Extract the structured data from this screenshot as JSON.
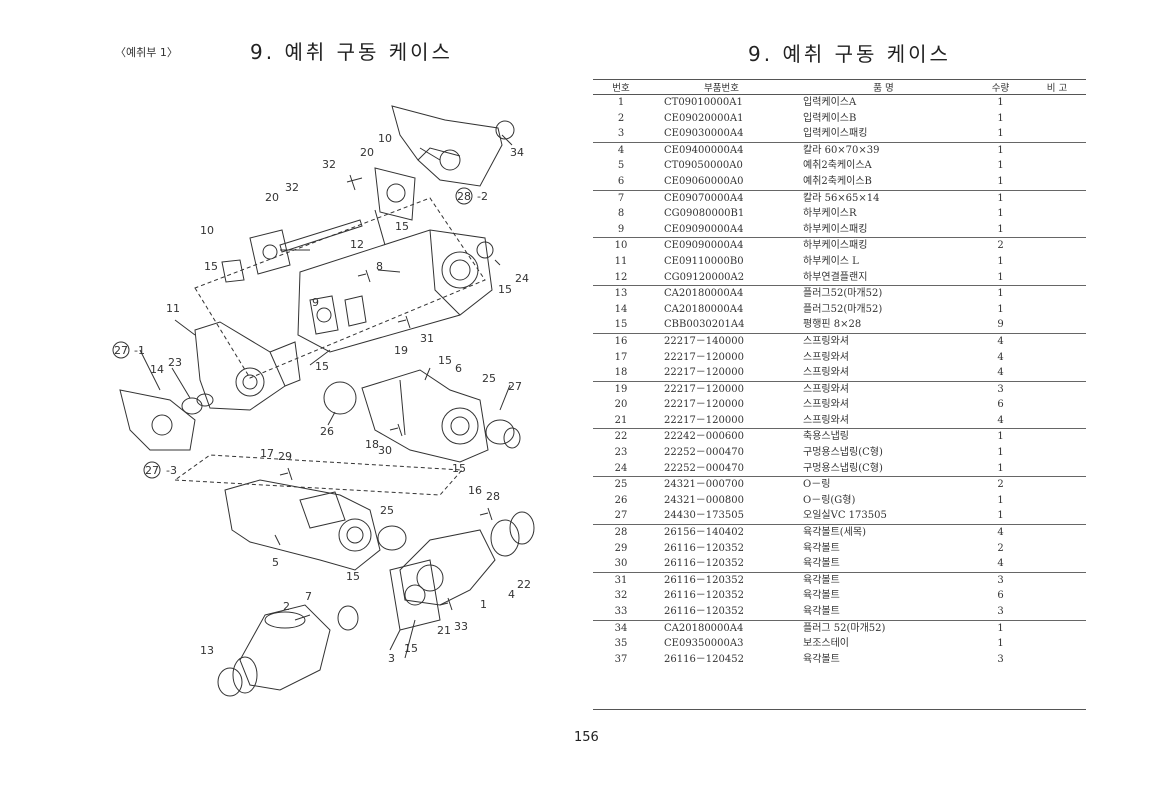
{
  "header": {
    "section_tag": "〈예취부 1〉",
    "title_left": "9. 예취 구동 케이스",
    "title_right": "9. 예취 구동 케이스"
  },
  "table": {
    "headers": [
      "번호",
      "부품번호",
      "품 명",
      "수량",
      "비 고"
    ],
    "group_starts": [
      "1",
      "4",
      "7",
      "10",
      "13",
      "16",
      "19",
      "22",
      "25",
      "28",
      "31",
      "34"
    ],
    "rows": [
      {
        "no": "1",
        "part": "CT09010000A1",
        "name": "입력케이스A",
        "qty": "1"
      },
      {
        "no": "2",
        "part": "CE09020000A1",
        "name": "입력케이스B",
        "qty": "1"
      },
      {
        "no": "3",
        "part": "CE09030000A4",
        "name": "입력케이스패킹",
        "qty": "1"
      },
      {
        "no": "4",
        "part": "CE09400000A4",
        "name": "칼라 60×70×39",
        "qty": "1"
      },
      {
        "no": "5",
        "part": "CT09050000A0",
        "name": "예취2축케이스A",
        "qty": "1"
      },
      {
        "no": "6",
        "part": "CE09060000A0",
        "name": "예취2축케이스B",
        "qty": "1"
      },
      {
        "no": "7",
        "part": "CE09070000A4",
        "name": "칼라 56×65×14",
        "qty": "1"
      },
      {
        "no": "8",
        "part": "CG09080000B1",
        "name": "하부케이스R",
        "qty": "1"
      },
      {
        "no": "9",
        "part": "CE09090000A4",
        "name": "하부케이스패킹",
        "qty": "1"
      },
      {
        "no": "10",
        "part": "CE09090000A4",
        "name": "하부케이스패킹",
        "qty": "2"
      },
      {
        "no": "11",
        "part": "CE09110000B0",
        "name": "하부케이스 L",
        "qty": "1"
      },
      {
        "no": "12",
        "part": "CG09120000A2",
        "name": "하부연결플랜지",
        "qty": "1"
      },
      {
        "no": "13",
        "part": "CA20180000A4",
        "name": "플러그52(마개52)",
        "qty": "1"
      },
      {
        "no": "14",
        "part": "CA20180000A4",
        "name": "플러그52(마개52)",
        "qty": "1"
      },
      {
        "no": "15",
        "part": "CBB0030201A4",
        "name": "평행핀 8×28",
        "qty": "9"
      },
      {
        "no": "16",
        "part": "22217－140000",
        "name": "스프링와셔",
        "qty": "4"
      },
      {
        "no": "17",
        "part": "22217－120000",
        "name": "스프링와셔",
        "qty": "4"
      },
      {
        "no": "18",
        "part": "22217－120000",
        "name": "스프링와셔",
        "qty": "4"
      },
      {
        "no": "19",
        "part": "22217－120000",
        "name": "스프링와셔",
        "qty": "3"
      },
      {
        "no": "20",
        "part": "22217－120000",
        "name": "스프링와셔",
        "qty": "6"
      },
      {
        "no": "21",
        "part": "22217－120000",
        "name": "스프링와셔",
        "qty": "4"
      },
      {
        "no": "22",
        "part": "22242－000600",
        "name": "축용스냅링",
        "qty": "1"
      },
      {
        "no": "23",
        "part": "22252－000470",
        "name": "구멍용스냅링(C형)",
        "qty": "1"
      },
      {
        "no": "24",
        "part": "22252－000470",
        "name": "구멍용스냅링(C형)",
        "qty": "1"
      },
      {
        "no": "25",
        "part": "24321－000700",
        "name": "O－링",
        "qty": "2"
      },
      {
        "no": "26",
        "part": "24321－000800",
        "name": "O－링(G형)",
        "qty": "1"
      },
      {
        "no": "27",
        "part": "24430－173505",
        "name": "오일실VC 173505",
        "qty": "1"
      },
      {
        "no": "28",
        "part": "26156－140402",
        "name": "육각볼트(세목)",
        "qty": "4"
      },
      {
        "no": "29",
        "part": "26116－120352",
        "name": "육각볼트",
        "qty": "2"
      },
      {
        "no": "30",
        "part": "26116－120352",
        "name": "육각볼트",
        "qty": "4"
      },
      {
        "no": "31",
        "part": "26116－120352",
        "name": "육각볼트",
        "qty": "3"
      },
      {
        "no": "32",
        "part": "26116－120352",
        "name": "육각볼트",
        "qty": "6"
      },
      {
        "no": "33",
        "part": "26116－120352",
        "name": "육각볼트",
        "qty": "3"
      },
      {
        "no": "34",
        "part": "CA20180000A4",
        "name": "플러그 52(마개52)",
        "qty": "1"
      },
      {
        "no": "35",
        "part": "CE09350000A3",
        "name": "보조스테이",
        "qty": "1"
      },
      {
        "no": "37",
        "part": "26116－120452",
        "name": "육각볼트",
        "qty": "3"
      }
    ]
  },
  "diagram": {
    "labels": [
      "10",
      "20",
      "32",
      "34",
      "28",
      "-2",
      "20",
      "32",
      "12",
      "15",
      "10",
      "15",
      "8",
      "24",
      "15",
      "11",
      "9",
      "31",
      "27",
      "-1",
      "23",
      "14",
      "19",
      "15",
      "15",
      "25",
      "27",
      "6",
      "26",
      "18",
      "30",
      "17",
      "29",
      "27",
      "-3",
      "15",
      "16",
      "28",
      "25",
      "5",
      "15",
      "22",
      "4",
      "7",
      "2",
      "21",
      "33",
      "13",
      "3",
      "15",
      "1"
    ]
  },
  "page": {
    "number": "156"
  }
}
